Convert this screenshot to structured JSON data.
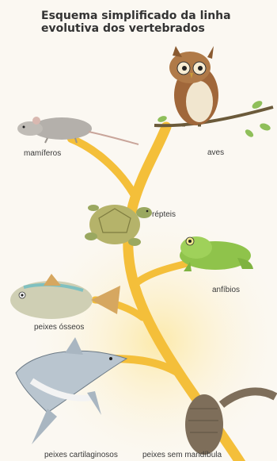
{
  "title": "Esquema simplificado da linha evolutiva dos vertebrados",
  "labels": {
    "mamiferos": "mamíferos",
    "aves": "aves",
    "repteis": "répteis",
    "anfibios": "anfíbios",
    "peixes_osseos": "peixes ósseos",
    "peixes_cartilaginosos": "peixes cartilaginosos",
    "peixes_sem_mandibula": "peixes sem mandíbula"
  },
  "colors": {
    "branch": "#f4bf3a",
    "glow": "#fde9a6",
    "background": "#fbf8f2"
  }
}
